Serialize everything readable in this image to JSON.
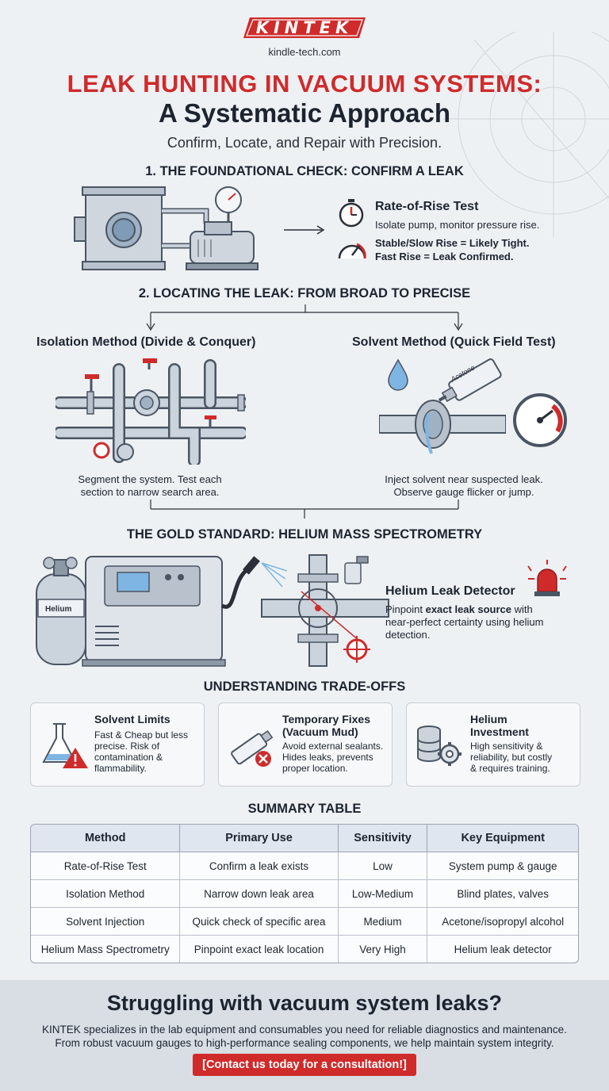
{
  "brand": {
    "logo_text": "KINTEK",
    "website": "kindle-tech.com"
  },
  "header": {
    "title_line1": "LEAK HUNTING IN VACUUM SYSTEMS:",
    "title_line2": "A Systematic Approach",
    "subtitle": "Confirm, Locate, and Repair with Precision."
  },
  "section1": {
    "heading": "1. THE FOUNDATIONAL CHECK: CONFIRM A LEAK",
    "test_title": "Rate-of-Rise Test",
    "test_desc": "Isolate pump, monitor pressure rise.",
    "result_line1": "Stable/Slow Rise = Likely Tight.",
    "result_line2": "Fast Rise = Leak Confirmed."
  },
  "section2": {
    "heading": "2. LOCATING THE LEAK: FROM BROAD TO PRECISE",
    "isolation": {
      "title": "Isolation Method (Divide & Conquer)",
      "desc_line1": "Segment the system. Test each",
      "desc_line2": "section to narrow search area."
    },
    "solvent": {
      "title": "Solvent Method (Quick Field Test)",
      "bottle_label": "Acetone",
      "desc_line1": "Inject solvent near suspected leak.",
      "desc_line2": "Observe gauge flicker or jump."
    }
  },
  "section3": {
    "heading": "THE GOLD STANDARD: HELIUM MASS SPECTROMETRY",
    "cylinder_label": "Helium",
    "detector_title": "Helium Leak Detector",
    "desc_prefix": "Pinpoint ",
    "desc_bold": "exact leak source",
    "desc_suffix": " with",
    "desc_line2": "near-perfect certainty using helium",
    "desc_line3": "detection."
  },
  "tradeoffs": {
    "heading": "UNDERSTANDING TRADE-OFFS",
    "cards": [
      {
        "title_line1": "Solvent Limits",
        "title_line2": "",
        "body": [
          "Fast & Cheap but less",
          "precise. Risk of",
          "contamination &",
          "flammability."
        ]
      },
      {
        "title_line1": "Temporary Fixes",
        "title_line2": "(Vacuum Mud)",
        "body": [
          "Avoid external sealants.",
          "Hides leaks, prevents",
          "proper location."
        ]
      },
      {
        "title_line1": "Helium",
        "title_line2": "Investment",
        "body": [
          "High sensitivity &",
          "reliability, but costly",
          "& requires training."
        ]
      }
    ]
  },
  "summary": {
    "heading": "SUMMARY TABLE",
    "columns": [
      "Method",
      "Primary Use",
      "Sensitivity",
      "Key Equipment"
    ],
    "rows": [
      [
        "Rate-of-Rise Test",
        "Confirm a leak exists",
        "Low",
        "System pump & gauge"
      ],
      [
        "Isolation Method",
        "Narrow down leak area",
        "Low-Medium",
        "Blind plates, valves"
      ],
      [
        "Solvent Injection",
        "Quick check of specific area",
        "Medium",
        "Acetone/isopropyl alcohol"
      ],
      [
        "Helium Mass Spectrometry",
        "Pinpoint exact leak location",
        "Very High",
        "Helium leak detector"
      ]
    ]
  },
  "cta": {
    "title": "Struggling with vacuum system leaks?",
    "body_line1": "KINTEK specializes in the lab equipment and consumables you need for reliable diagnostics and maintenance.",
    "body_line2": "From robust vacuum gauges to high-performance sealing components, we help maintain system integrity.",
    "button": "[Contact us today for a consultation!]"
  },
  "colors": {
    "accent": "#cf2b2b",
    "text": "#1c2430",
    "background": "#eef1f4"
  }
}
